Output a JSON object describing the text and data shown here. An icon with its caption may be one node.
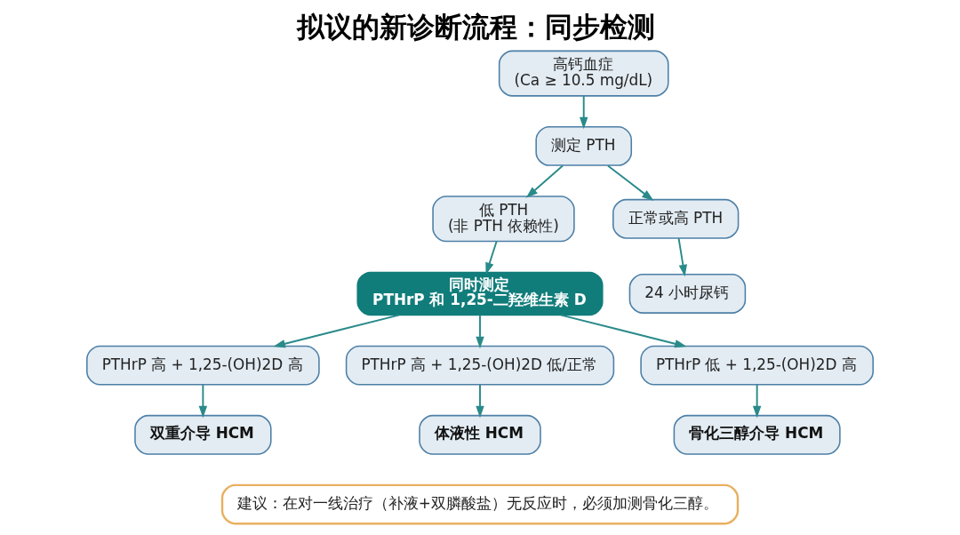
{
  "diagram": {
    "title": "拟议的新诊断流程：同步检测",
    "nodes": [
      {
        "text": [
          "高钙血症",
          "(Ca ≥ 10.5 mg/dL)"
        ]
      },
      {
        "text": [
          "测定 PTH"
        ]
      },
      {
        "text": [
          "低 PTH",
          "(非 PTH 依赖性)"
        ]
      },
      {
        "text": [
          "正常或高 PTH"
        ]
      },
      {
        "text": [
          "同时测定",
          "PTHrP 和 1,25-二羟维生素 D"
        ]
      },
      {
        "text": [
          "24 小时尿钙"
        ]
      },
      {
        "text": [
          "PTHrP 高 + 1,25-(OH)2D 高"
        ]
      },
      {
        "text": [
          "PTHrP 高 + 1,25-(OH)2D 低/正常"
        ]
      },
      {
        "text": [
          "PTHrP 低 + 1,25-(OH)2D 高"
        ]
      },
      {
        "text": [
          "双重介导 HCM"
        ]
      },
      {
        "text": [
          "体液性 HCM"
        ]
      },
      {
        "text": [
          "骨化三醇介导 HCM"
        ]
      },
      {
        "text": [
          "建议：在对一线治疗（补液+双膦酸盐）无反应时，必须加测骨化三醇。"
        ]
      }
    ],
    "edges": [
      {
        "from": 0,
        "to": 1,
        "arrow": "to"
      },
      {
        "from": 1,
        "to": 2,
        "arrow": "to"
      },
      {
        "from": 1,
        "to": 3,
        "arrow": "to"
      },
      {
        "from": 2,
        "to": 4,
        "arrow": "to"
      },
      {
        "from": 3,
        "to": 5,
        "arrow": "to"
      },
      {
        "from": 4,
        "to": 6,
        "arrow": "to"
      },
      {
        "from": 4,
        "to": 7,
        "arrow": "to"
      },
      {
        "from": 4,
        "to": 8,
        "arrow": "to"
      },
      {
        "from": 6,
        "to": 9,
        "arrow": "to"
      },
      {
        "from": 7,
        "to": 10,
        "arrow": "to"
      },
      {
        "from": 8,
        "to": 11,
        "arrow": "to"
      }
    ]
  }
}
